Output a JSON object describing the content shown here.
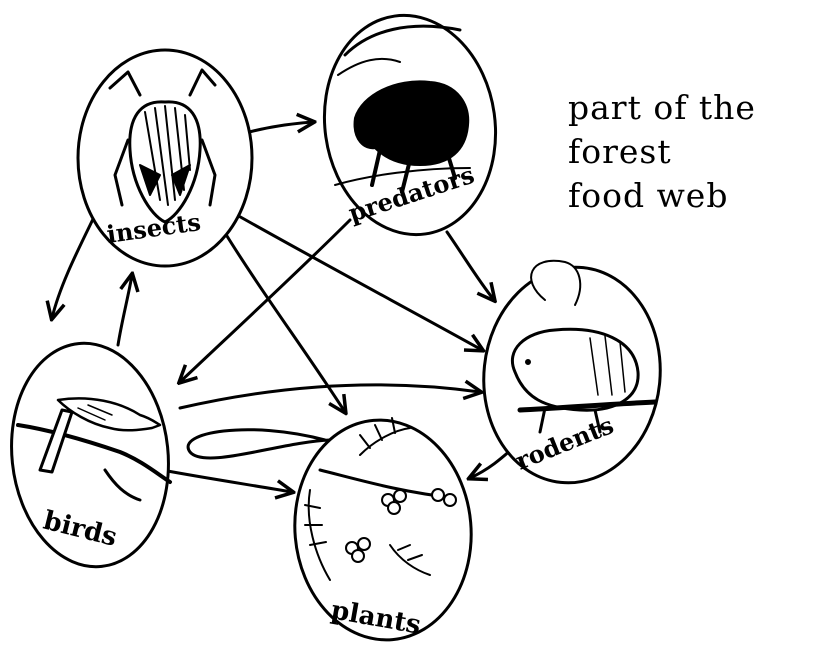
{
  "title_lines": [
    "part of the",
    "forest",
    "food web"
  ],
  "nodes": {
    "insects": "insects",
    "predators": "predators",
    "rodents": "rodents",
    "birds": "birds",
    "plants": "plants"
  },
  "colors": {
    "ink": "#000000",
    "paper": "#ffffff"
  }
}
